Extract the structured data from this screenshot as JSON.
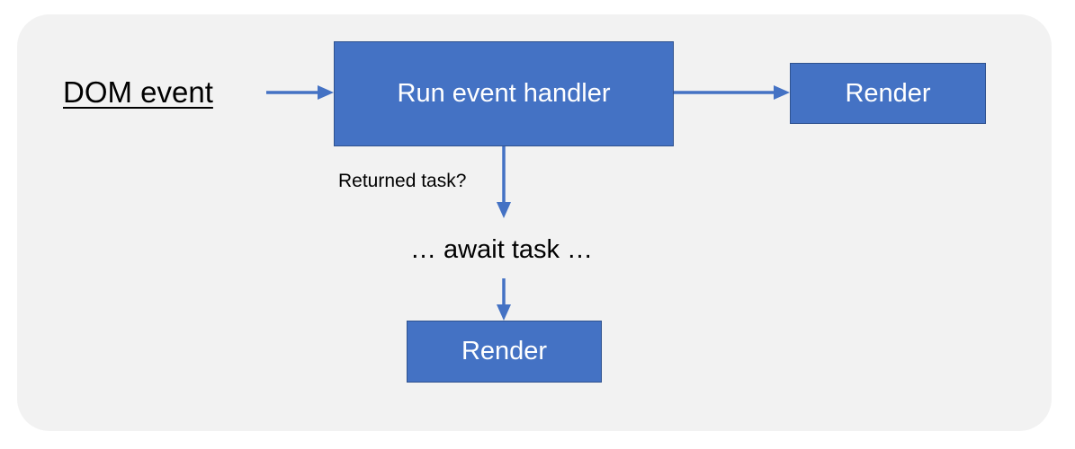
{
  "diagram": {
    "source_label": "DOM event",
    "handler_label": "Run event handler",
    "render_right_label": "Render",
    "condition_label": "Returned task?",
    "await_label": "… await task …",
    "render_bottom_label": "Render"
  },
  "colors": {
    "panel_background": "#f2f2f2",
    "box_fill": "#4472c4",
    "box_border": "#2f528f",
    "arrow": "#4472c4",
    "box_text": "#ffffff"
  }
}
